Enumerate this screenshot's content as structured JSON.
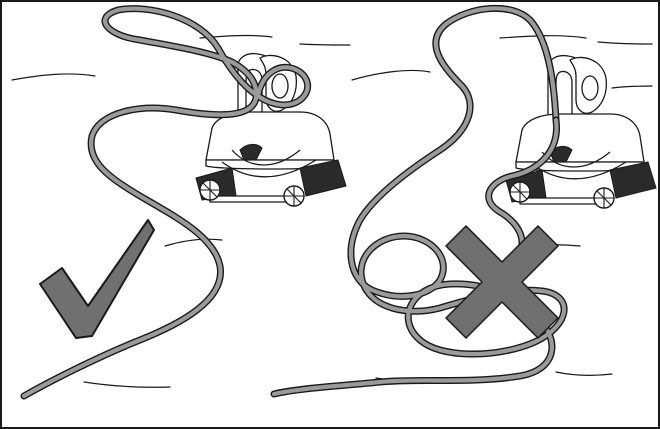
{
  "figure": {
    "panels": [
      {
        "id": "correct",
        "verdict": "check",
        "mark_color": "#707070"
      },
      {
        "id": "incorrect",
        "verdict": "cross",
        "mark_color": "#707070"
      }
    ],
    "colors": {
      "background": "#ffffff",
      "frame": "#1a1a1a",
      "cable_fill": "#9a9a9a",
      "outline": "#1a1a1a"
    },
    "icons": [
      "pool-robot-icon",
      "check-mark-icon",
      "cross-mark-icon"
    ]
  }
}
